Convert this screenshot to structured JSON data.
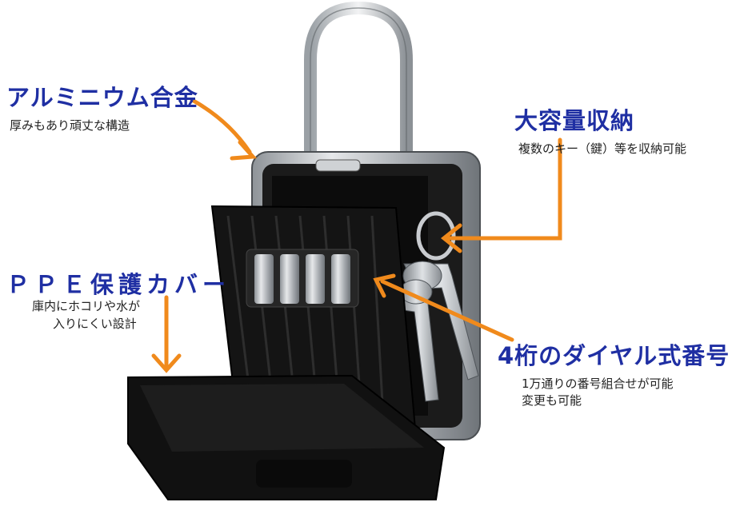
{
  "callouts": {
    "aluminum": {
      "title": "アルミニウム合金",
      "desc": "厚みもあり頑丈な構造"
    },
    "capacity": {
      "title": "大容量収納",
      "desc": "複数のキー（鍵）等を収納可能"
    },
    "ppe": {
      "title": "ＰＰＥ保護カバー",
      "desc_line1": "庫内にホコリや水が",
      "desc_line2": "入りにくい設計"
    },
    "dial": {
      "title": "4桁のダイヤル式番号",
      "desc_line1": "1万通りの番号組合せが可能",
      "desc_line2": "変更も可能"
    }
  },
  "colors": {
    "title": "#1f2fa3",
    "arrow": "#f08a1c",
    "body": "#111111",
    "metal": "#b9bcc0"
  },
  "dial_digits": [
    " ",
    " ",
    " ",
    " "
  ]
}
